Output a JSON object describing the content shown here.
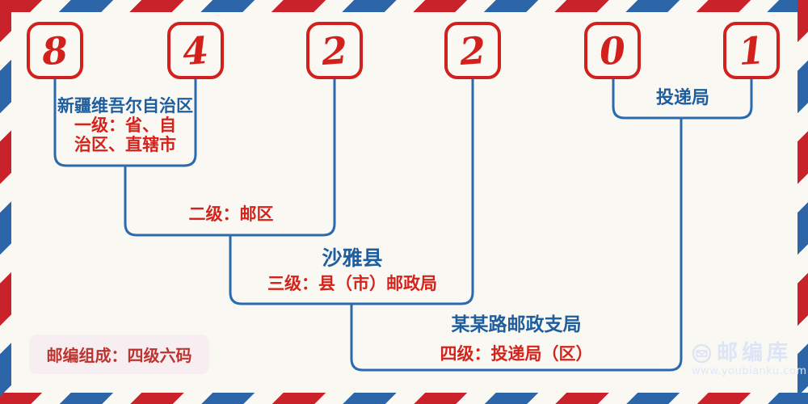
{
  "postal_code": {
    "value": "842201",
    "digits": [
      "8",
      "4",
      "2",
      "2",
      "0",
      "1"
    ]
  },
  "levels": {
    "l1": {
      "region": "新疆维吾尔自治区",
      "label_lines": [
        "一级：省、自",
        "治区、直辖市"
      ]
    },
    "l2": {
      "label": "二级：邮区"
    },
    "l3": {
      "region": "沙雅县",
      "label": "三级：县（市）邮政局"
    },
    "l4": {
      "region": "某某路邮政支局",
      "label": "四级：投递局（区）"
    },
    "delivery": {
      "label": "投递局"
    }
  },
  "badge": {
    "text": "邮编组成：四级六码"
  },
  "watermark": {
    "brand": "邮编库",
    "url": "www.youbianku.com"
  },
  "colors": {
    "digit_red": "#d2201d",
    "text_red": "#d5231c",
    "text_blue": "#1e5d9e",
    "connector_blue": "#2a6aad",
    "stripe_red": "#c9222a",
    "stripe_blue": "#2c65a8",
    "badge_background": "#f6eef0",
    "badge_text": "#bd332d",
    "watermark": "#dce4f6",
    "background": "#f9f8f3"
  }
}
